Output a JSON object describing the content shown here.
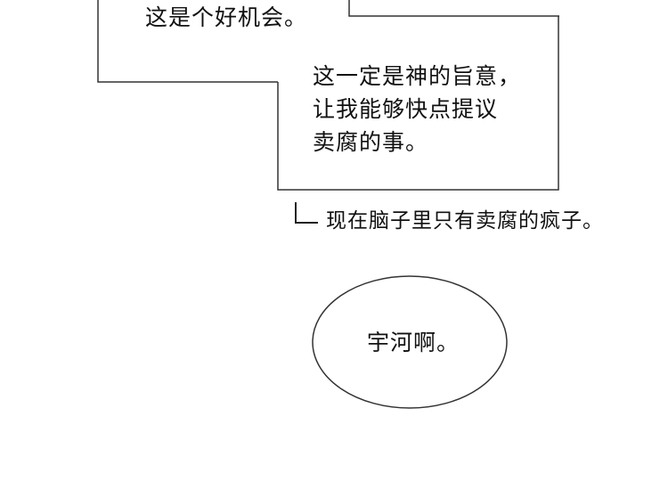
{
  "bubble_top": {
    "text": "这是个好机会。"
  },
  "bubble_middle": {
    "lines": [
      "这一定是神的旨意，",
      "让我能够快点提议",
      "卖腐的事。"
    ]
  },
  "caption": {
    "text": "现在脑子里只有卖腐的疯子。"
  },
  "bubble_ellipse": {
    "text": "宇河啊。"
  },
  "colors": {
    "background": "#ffffff",
    "ink": "#111111",
    "stroke": "#333333"
  }
}
